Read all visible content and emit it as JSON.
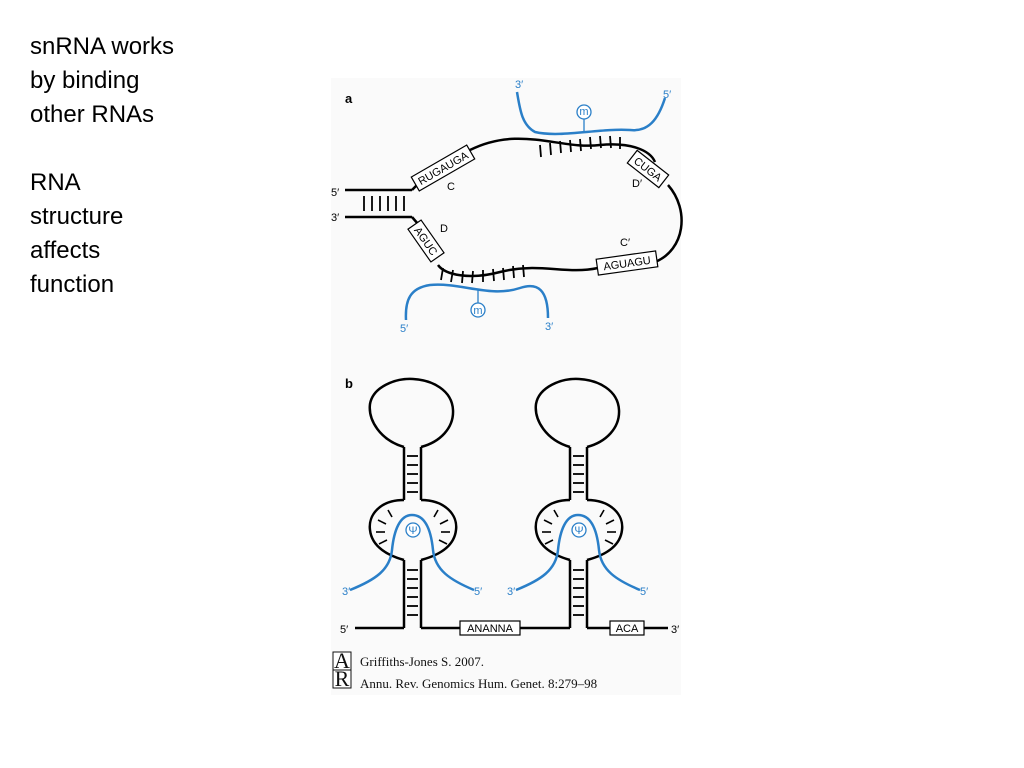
{
  "slide": {
    "text_lines_1": [
      "snRNA works",
      "by binding",
      "other RNAs"
    ],
    "text_lines_2": [
      "RNA",
      "structure",
      "affects",
      "function"
    ]
  },
  "figure": {
    "panel_a": {
      "letter": "a",
      "ends": {
        "left_5": "5′",
        "left_3": "3′"
      },
      "boxes": {
        "top_left": "RUGAUGA",
        "top_right": "CUGA",
        "bottom_left": "AGUC",
        "bottom_right": "AGUAGU"
      },
      "site_labels": {
        "c": "C",
        "c_prime": "C′",
        "d": "D",
        "d_prime": "D′"
      },
      "top_target": {
        "end_3": "3′",
        "end_5": "5′",
        "mod": "m"
      },
      "bottom_target": {
        "end_5": "5′",
        "end_3": "3′",
        "mod": "m"
      }
    },
    "panel_b": {
      "letter": "b",
      "hairpin_left": {
        "end_3": "3′",
        "end_5": "5′",
        "mod": "Ψ"
      },
      "hairpin_right": {
        "end_3": "3′",
        "end_5": "5′",
        "mod": "Ψ"
      },
      "backbone": {
        "end_5": "5′",
        "end_3": "3′",
        "box_1": "ANANNA",
        "box_2": "ACA"
      }
    },
    "citation": {
      "logo_a": "A",
      "logo_r": "R",
      "line1": "Griffiths-Jones S. 2007.",
      "line2": "Annu. Rev. Genomics Hum. Genet. 8:279–98"
    },
    "colors": {
      "rna": "#000000",
      "target": "#2a7fc8"
    }
  }
}
